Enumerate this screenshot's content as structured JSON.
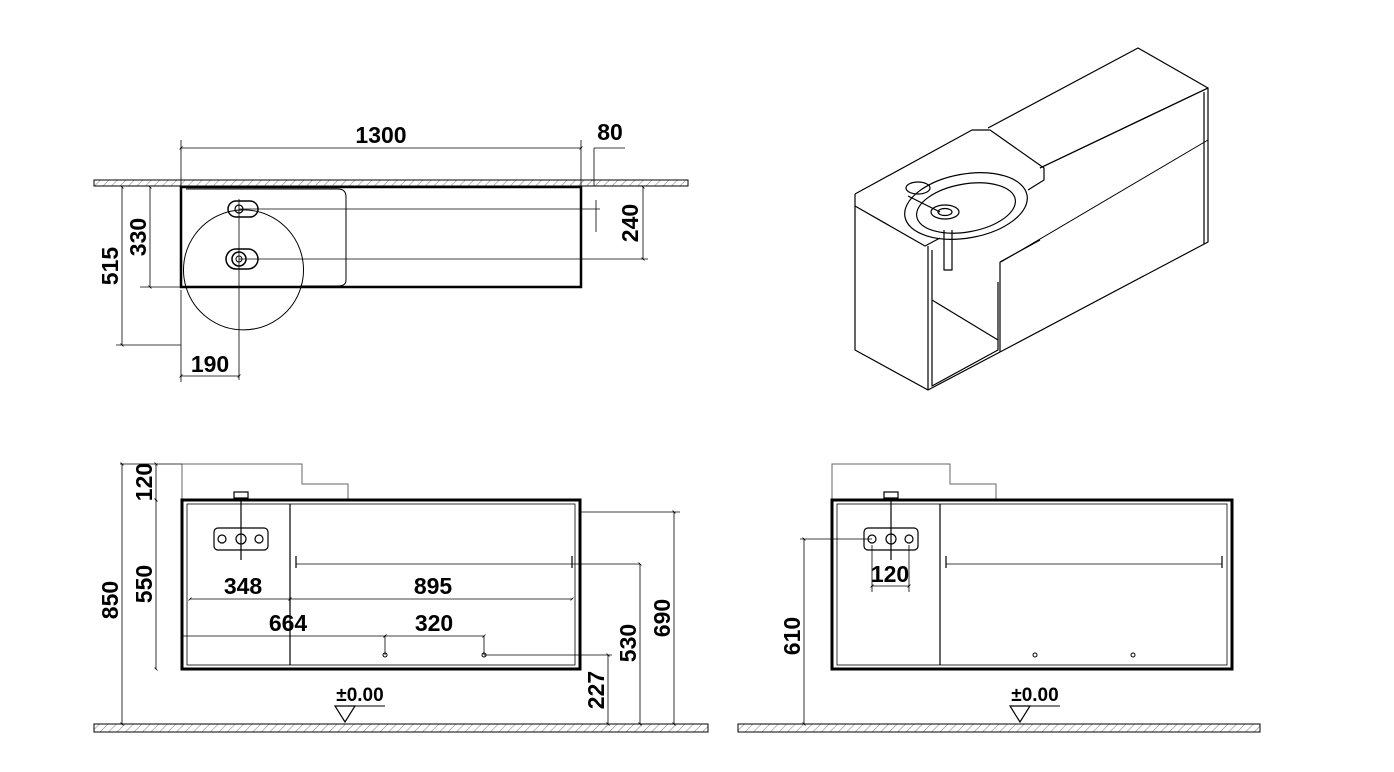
{
  "colors": {
    "line": "#000000",
    "hatch": "#8a8a8a",
    "background": "#ffffff"
  },
  "plan_view": {
    "dims": {
      "width": "1300",
      "wall_gap": "80",
      "depth": "515",
      "basin_depth": "330",
      "tap_offset": "240",
      "drain_offset": "190"
    }
  },
  "front_view": {
    "dims": {
      "basin_height": "120",
      "total_height": "850",
      "cabinet_height": "550",
      "left_compartment": "348",
      "right_compartment": "895",
      "fixing_left": "664",
      "fixing_spacing": "320",
      "floor_clearance": "227",
      "fixing_height": "530",
      "top_height": "690"
    },
    "level_label": "±0.00"
  },
  "side_view": {
    "dims": {
      "tap_centers": "120",
      "supply_height": "610"
    },
    "level_label": "±0.00"
  },
  "perspective_view": {}
}
